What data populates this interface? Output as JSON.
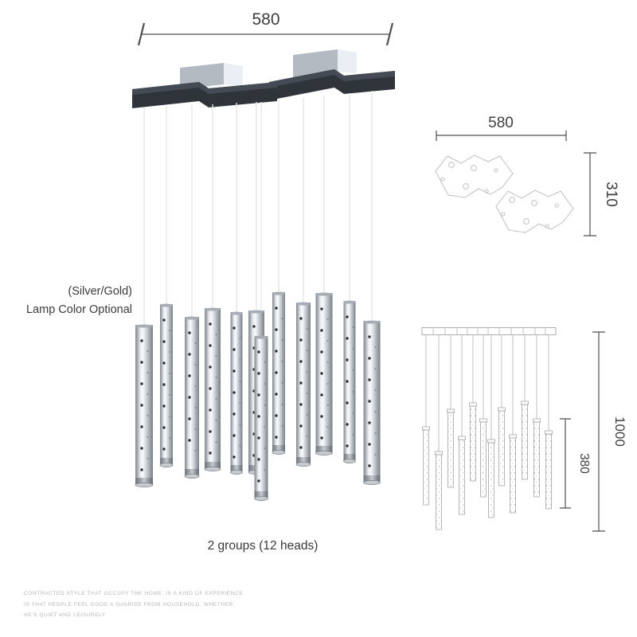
{
  "product": {
    "caption": "2 groups (12 heads)",
    "finish_note_line1": "(Silver/Gold)",
    "finish_note_line2": "Lamp Color Optional",
    "groups": 2,
    "heads": 12,
    "finishes": [
      "Silver",
      "Gold"
    ]
  },
  "dimensions": {
    "canopy_width_mm": "580",
    "canopy_depth_mm": "310",
    "drop_height_mm": "1000",
    "tube_length_mm": "380"
  },
  "description": {
    "line1": "CONTRACTED STYLE THAT OCCUPY THE HOME, IS A KIND OF EXPERIENCE.",
    "line2": "IS THAT PEOPLE FEEL GOOD A SUNRISE FROM HOUSEHOLD, WHETHER",
    "line3": "HE'S QUIET AND LEISURELY"
  },
  "colors": {
    "canopy_front": "#2f343b",
    "canopy_top": "#454b54",
    "back_plate_gray": "#b3bac2",
    "back_plate_white": "#e9eff5",
    "tube_highlight": "#f8fafb",
    "tube_shadow": "#7a8087",
    "hole_dot": "#2d3136",
    "wire": "#e2e5e8",
    "line_drawing_stroke": "#a5a5a5",
    "plan_stroke": "#c6c6c6",
    "dimension_line": "#4f4f4f",
    "text": "#3a3a3a",
    "faint_text": "#b5b5b5"
  }
}
